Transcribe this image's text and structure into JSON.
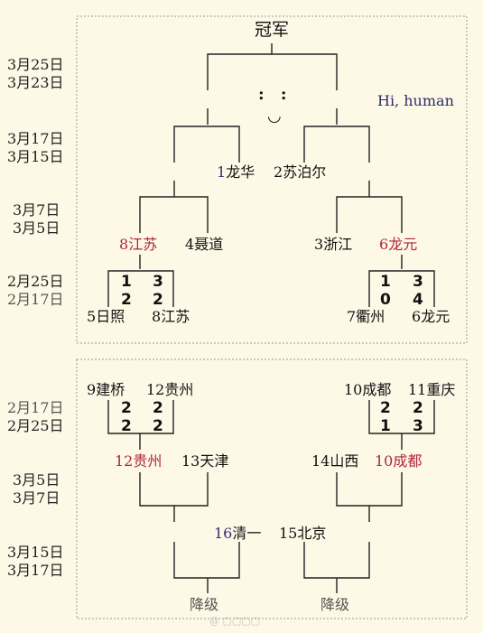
{
  "title": "冠军",
  "greeting": "Hi, human",
  "face": {
    "eyes": ": :",
    "mouth": "◡"
  },
  "dates": {
    "d1": "3月25日",
    "d2": "3月23日",
    "d3": "3月17日",
    "d4": "3月15日",
    "d5": "3月7日",
    "d6": "3月5日",
    "d7": "2月25日",
    "d8": "2月17日",
    "d9": "2月17日",
    "d10": "2月25日",
    "d11": "3月5日",
    "d12": "3月7日",
    "d13": "3月15日",
    "d14": "3月17日"
  },
  "upper": {
    "semi": {
      "left_seed": "1",
      "left_team": "龙华",
      "right_seed": "2",
      "right_team": "苏泊尔"
    },
    "qf_left": {
      "a_seed": "8",
      "a_team": "江苏",
      "b_seed": "4",
      "b_team": "聂道"
    },
    "qf_right": {
      "a_seed": "3",
      "a_team": "浙江",
      "b_seed": "6",
      "b_team": "龙元"
    },
    "r1_left": {
      "s1": "1",
      "s2": "3",
      "s3": "2",
      "s4": "2",
      "a_seed": "5",
      "a_team": "日照",
      "b_seed": "8",
      "b_team": "江苏"
    },
    "r1_right": {
      "s1": "1",
      "s2": "3",
      "s3": "0",
      "s4": "4",
      "a_seed": "7",
      "a_team": "衢州",
      "b_seed": "6",
      "b_team": "龙元"
    }
  },
  "lower": {
    "left": {
      "a_seed": "9",
      "a_team": "建桥",
      "b_seed": "12",
      "b_team": "贵州",
      "s1": "2",
      "s2": "2",
      "s3": "2",
      "s4": "2"
    },
    "right": {
      "a_seed": "10",
      "a_team": "成都",
      "b_seed": "11",
      "b_team": "重庆",
      "s1": "2",
      "s2": "2",
      "s3": "1",
      "s4": "3"
    },
    "r2_left": {
      "a_seed": "12",
      "a_team": "贵州",
      "b_seed": "13",
      "b_team": "天津"
    },
    "r2_right": {
      "a_seed": "14",
      "a_team": "山西",
      "b_seed": "10",
      "b_team": "成都"
    },
    "final": {
      "a_seed": "16",
      "a_team": "清一",
      "b_seed": "15",
      "b_team": "北京"
    },
    "releg_left": "降级",
    "releg_right": "降级"
  },
  "watermark": "@ ▢▢▢▢"
}
